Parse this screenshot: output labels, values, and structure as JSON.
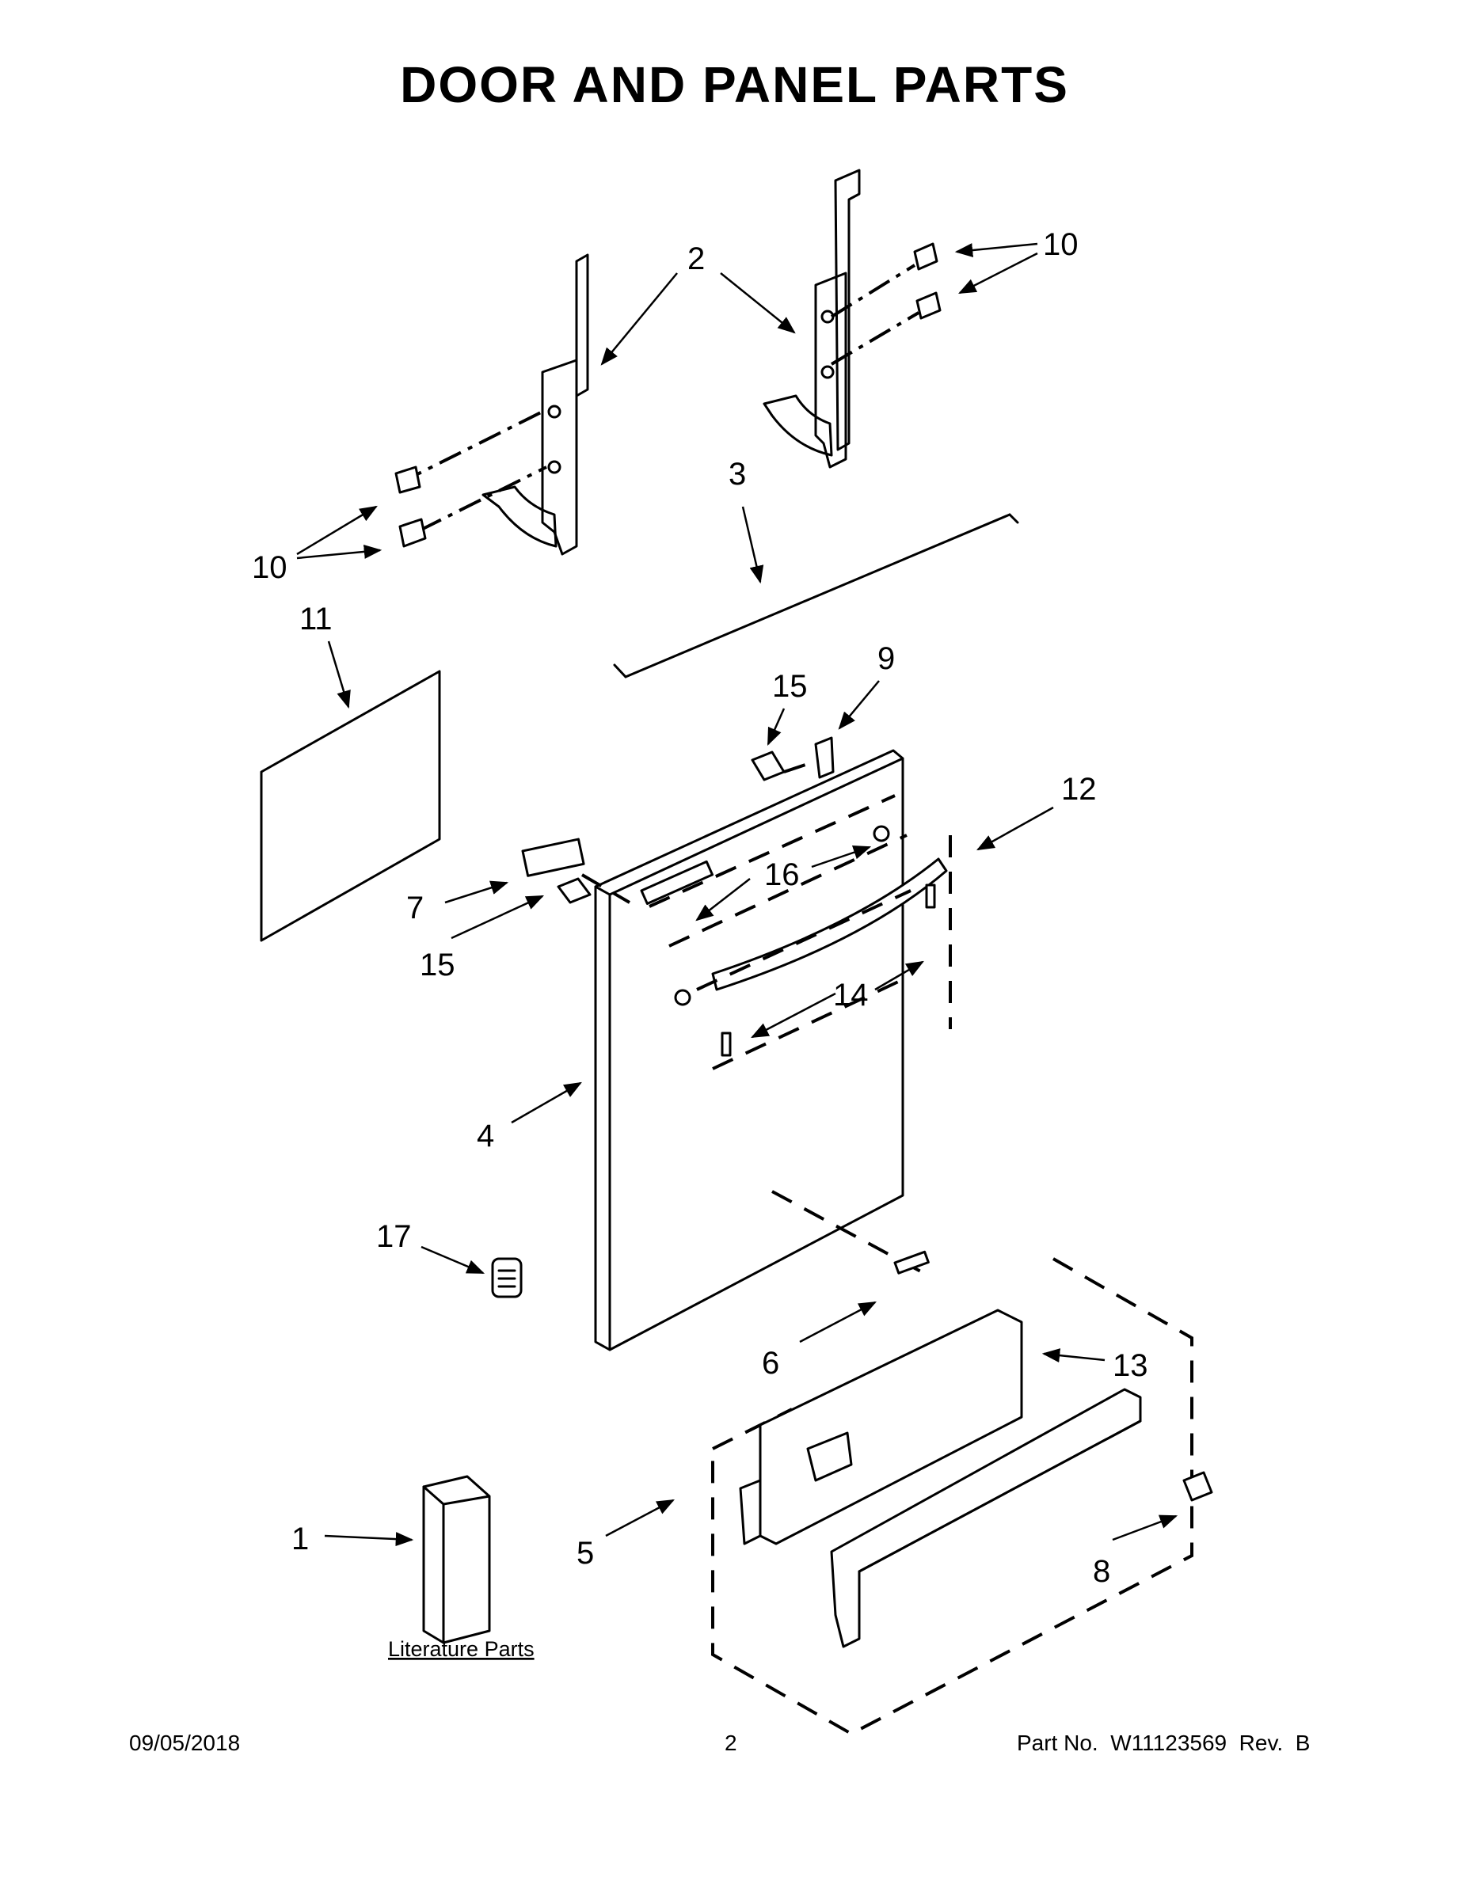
{
  "title": "DOOR AND PANEL PARTS",
  "callouts": {
    "c1": "1",
    "c2": "2",
    "c3": "3",
    "c4": "4",
    "c5": "5",
    "c6": "6",
    "c7": "7",
    "c8": "8",
    "c9": "9",
    "c10a": "10",
    "c10b": "10",
    "c11": "11",
    "c12": "12",
    "c13": "13",
    "c14": "14",
    "c15a": "15",
    "c15b": "15",
    "c16": "16",
    "c17": "17"
  },
  "literature_label": "Literature Parts",
  "footer": {
    "date": "09/05/2018",
    "page": "2",
    "part_no": "Part No.  W11123569  Rev.  B"
  }
}
